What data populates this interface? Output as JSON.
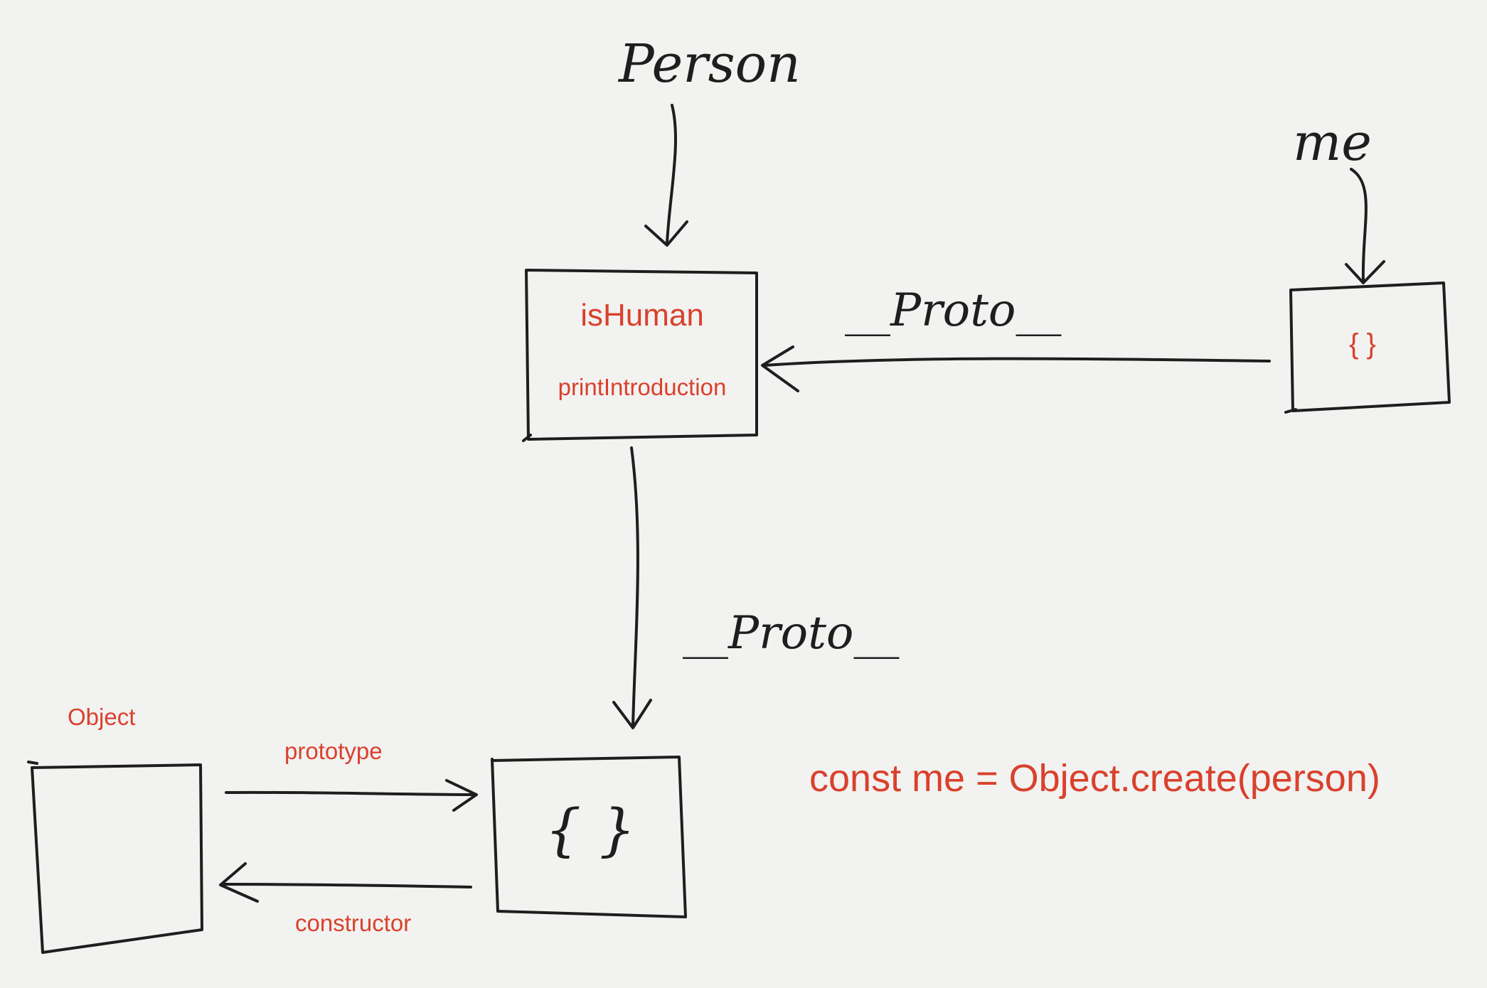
{
  "labels": {
    "person": "Person",
    "me": "me",
    "proto_top": "__Proto__",
    "proto_vertical": "__Proto__",
    "prototype": "prototype",
    "constructor": "constructor",
    "object": "Object"
  },
  "person_box": {
    "prop_1": "isHuman",
    "prop_2": "printIntroduction"
  },
  "me_box": {
    "content": "{ }"
  },
  "object_prototype_box": {
    "content": "{ }"
  },
  "code": "const me = Object.create(person)",
  "colors": {
    "ink": "#1e1e1e",
    "red": "#d9412c",
    "paper": "#f2f2f1"
  }
}
